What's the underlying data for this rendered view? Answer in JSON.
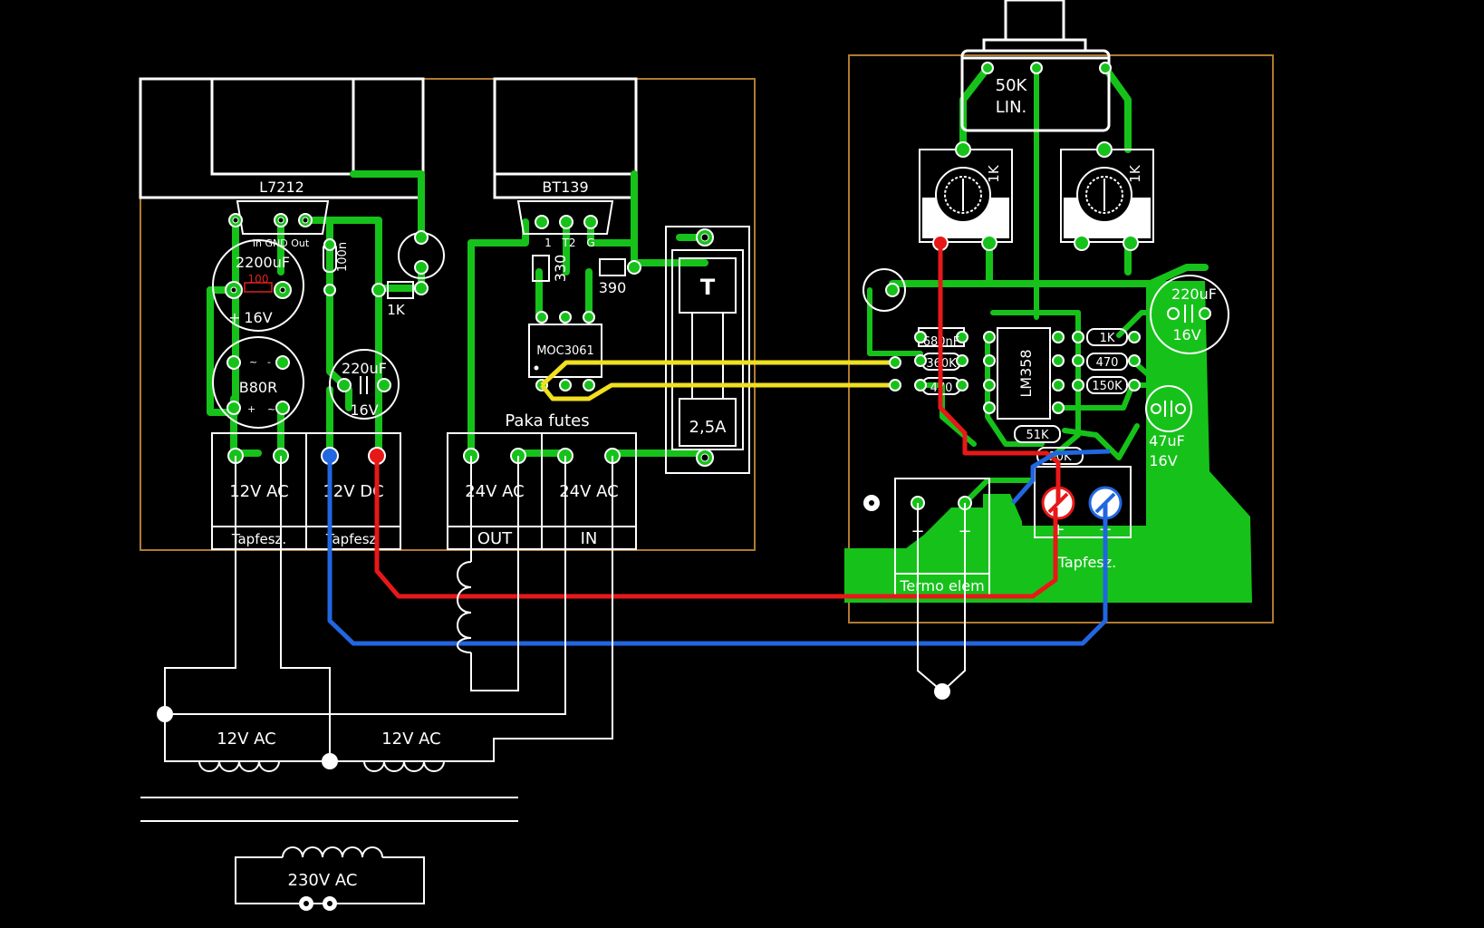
{
  "regulator": {
    "part": "L7212",
    "pins": "In GND Out"
  },
  "triac": {
    "part": "BT139",
    "pins": [
      "1",
      "T2",
      "G"
    ]
  },
  "resistors": {
    "r100": "100",
    "r1k_left": "1K",
    "r330": "330",
    "r390": "390",
    "r680": "680nF",
    "r360": "360K",
    "r470a": "470",
    "r1k_right": "1K",
    "r470b": "470",
    "r150": "150K",
    "r51": "51K",
    "r10": "10K",
    "c100n": "100n"
  },
  "capacitors": {
    "c2200_value": "2200uF",
    "c2200_volt": "16V",
    "c220_left_value": "220uF",
    "c220_left_volt": "16V",
    "c220_right_value": "220uF",
    "c220_right_volt": "16V",
    "c47_value": "47uF",
    "c47_volt": "16V"
  },
  "bridge": {
    "part": "B80R",
    "marks": [
      "~",
      "-",
      "+",
      "~"
    ],
    "plus": "+"
  },
  "optocoupler": {
    "part": "MOC3061"
  },
  "opamp": {
    "part": "LM358"
  },
  "fuse": {
    "letter": "T",
    "rating": "2,5A"
  },
  "pot": {
    "value": "50K",
    "type": "LIN."
  },
  "trimmers": [
    "1K",
    "1K"
  ],
  "heater_label": "Paka futes",
  "terminals_left": [
    {
      "label": "12V AC",
      "sub": "Tapfesz."
    },
    {
      "label": "12V DC",
      "sub": "Tapfesz."
    },
    {
      "label": "24V AC",
      "sub": "OUT"
    },
    {
      "label": "24V AC",
      "sub": "IN"
    }
  ],
  "terminals_right": {
    "termo": {
      "sign_plus": "+",
      "sign_minus": "−",
      "label": "Termo elem"
    },
    "supply": {
      "sign_plus": "+",
      "sign_minus": "−",
      "label": "Tapfesz."
    }
  },
  "transformer": {
    "sec1": "12V AC",
    "sec2": "12V AC",
    "primary": "230V AC"
  },
  "colors": {
    "track": "#16c21a",
    "board_outline": "#b07a30",
    "wire_red": "#e81818",
    "wire_blue": "#2266e0",
    "wire_yellow": "#f0e020"
  }
}
